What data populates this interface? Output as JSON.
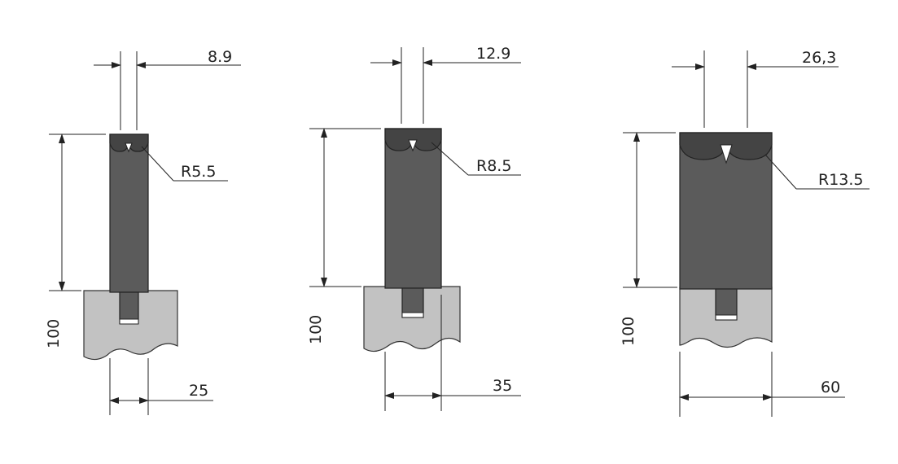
{
  "dies": [
    {
      "width_dim": "8.9",
      "radius_dim": "R5.5",
      "height_dim": "100",
      "holder_dim": "25"
    },
    {
      "width_dim": "12.9",
      "radius_dim": "R8.5",
      "height_dim": "100",
      "holder_dim": "35"
    },
    {
      "width_dim": "26,3",
      "radius_dim": "R13.5",
      "height_dim": "100",
      "holder_dim": "60"
    }
  ],
  "colors": {
    "die_body": "#5b5b5b",
    "die_cap": "#444444",
    "holder": "#c2c2c2",
    "lines": "#222222"
  }
}
